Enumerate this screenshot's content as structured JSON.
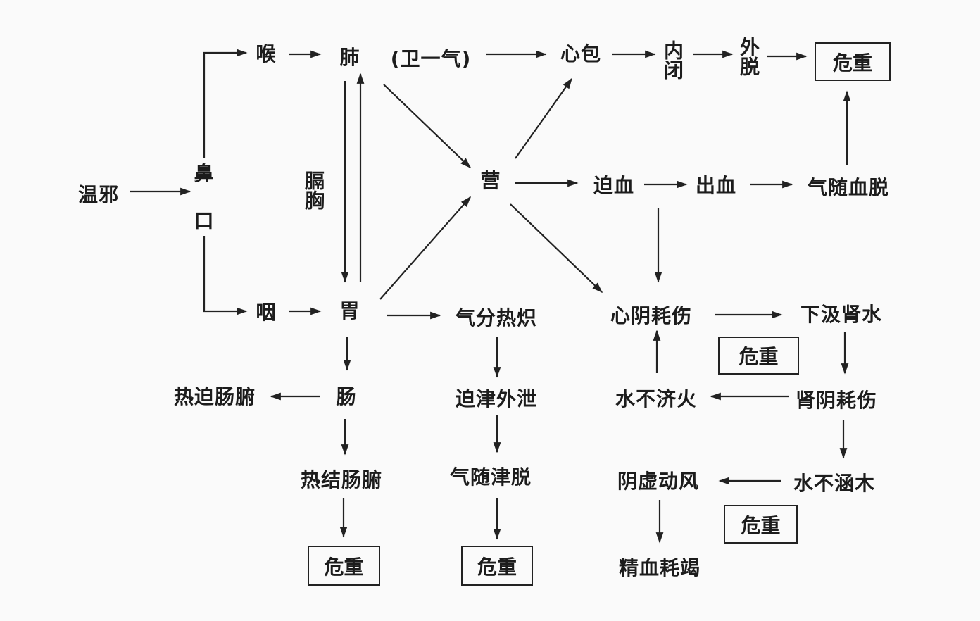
{
  "nodes": {
    "wenxie": "温邪",
    "bi": "鼻",
    "kou": "口",
    "hou": "喉",
    "yan": "咽",
    "fei": "肺",
    "wei_qi": "(卫一气)",
    "xinbao": "心包",
    "neibi": "内闭",
    "waituo": "外脱",
    "gexiong": "膈胸",
    "wei": "胃",
    "ying": "营",
    "poxue": "迫血",
    "chuxue": "出血",
    "qisuixuetuo": "气随血脱",
    "qifenrechi": "气分热炽",
    "xinyinhaoshang": "心阴耗伤",
    "xiajishenshui": "下汲肾水",
    "repochangfu": "热迫肠腑",
    "chang": "肠",
    "pojinwaixie": "迫津外泄",
    "shuibujihuo": "水不济火",
    "shenyinhaoshang": "肾阴耗伤",
    "rejiechangfu": "热结肠腑",
    "qisuijintuo": "气随津脱",
    "yinxudongfeng": "阴虚动风",
    "shuiburhanmu": "水不涵木",
    "jingxuehaojie": "精血耗竭"
  },
  "critical_label": "危重",
  "colors": {
    "line": "#222222",
    "text": "#1c1c1c",
    "background": "#fafafa"
  }
}
